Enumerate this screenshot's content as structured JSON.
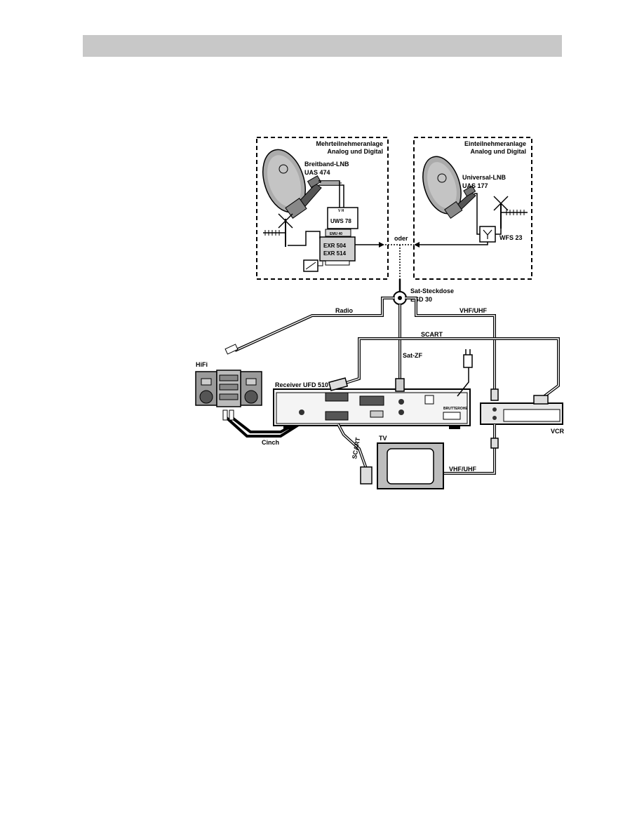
{
  "diagram": {
    "multi_box": {
      "title_line1": "Mehrteilnehmeranlage",
      "title_line2": "Analog und Digital"
    },
    "single_box": {
      "title_line1": "Einteilnehmeranlage",
      "title_line2": "Analog und Digital"
    },
    "lnb_broad": {
      "line1": "Breitband-LNB",
      "line2": "UAS 474"
    },
    "lnb_universal": {
      "line1": "Universal-LNB",
      "line2": "UAS 177"
    },
    "uws": "UWS 78",
    "uws_ports": "V  H",
    "emu": "EMU 40",
    "exr1": "EXR 504",
    "exr2": "EXR 514",
    "wfs": "WFS 23",
    "oder": "oder",
    "socket": {
      "line1": "Sat-Steckdose",
      "line2": "ESD 30"
    },
    "radio": "Radio",
    "vhf_uhf_top": "VHF/UHF",
    "scart_top": "SCART",
    "sat_zf": "Sat-ZF",
    "hifi": "HiFi",
    "receiver": "Receiver UFD 510",
    "vcr": "VCR",
    "cinch": "Cinch",
    "tv": "TV",
    "scart_bottom": "SCART",
    "vhf_uhf_bottom": "VHF/UHF",
    "receiver_brand": "BRUTTEROHE"
  }
}
